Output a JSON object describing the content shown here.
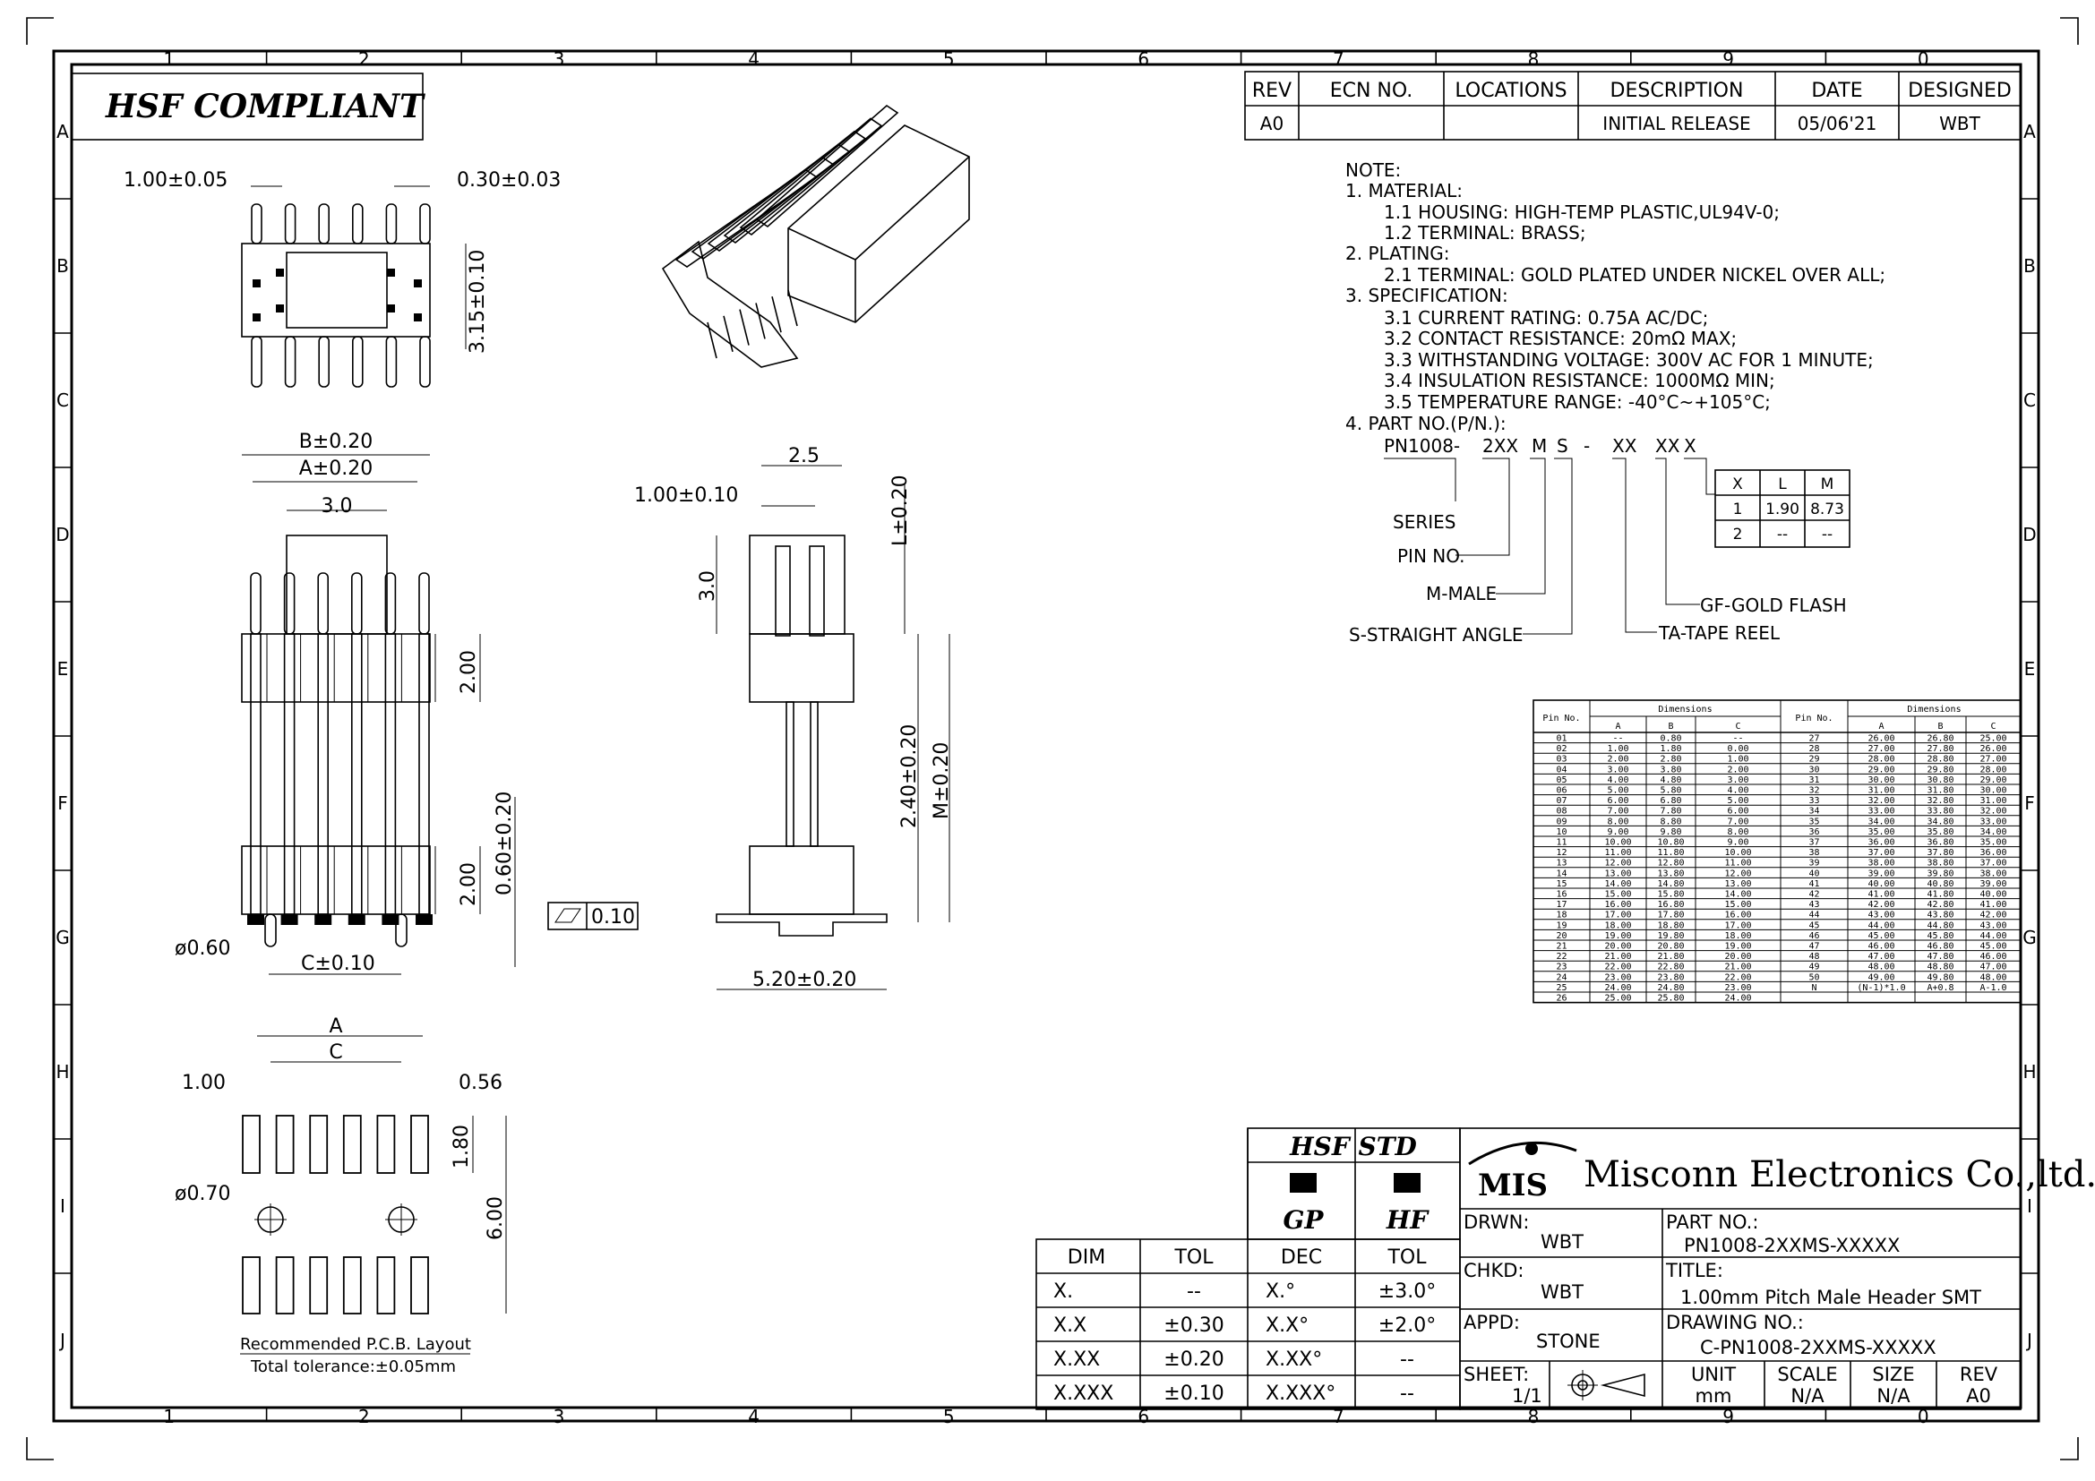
{
  "frame": {
    "col_numbers": [
      "1",
      "2",
      "3",
      "4",
      "5",
      "6",
      "7",
      "8",
      "9",
      "0"
    ],
    "row_letters": [
      "A",
      "B",
      "C",
      "D",
      "E",
      "F",
      "G",
      "H",
      "I",
      "J"
    ]
  },
  "compliance_title": "HSF  COMPLIANT",
  "revision_table": {
    "headers": [
      "REV",
      "ECN  NO.",
      "LOCATIONS",
      "DESCRIPTION",
      "DATE",
      "DESIGNED"
    ],
    "rows": [
      [
        "A0",
        "",
        "",
        "INITIAL  RELEASE",
        "05/06'21",
        "WBT"
      ]
    ]
  },
  "notes": {
    "lines": [
      "NOTE:",
      "1.  MATERIAL:",
      "1.1  HOUSING:  HIGH-TEMP  PLASTIC,UL94V-0;",
      "1.2  TERMINAL:  BRASS;",
      "2.  PLATING:",
      "2.1  TERMINAL:  GOLD  PLATED  UNDER  NICKEL  OVER  ALL;",
      "3.  SPECIFICATION:",
      "3.1  CURRENT  RATING:  0.75A  AC/DC;",
      "3.2  CONTACT    RESISTANCE:  20mΩ  MAX;",
      "3.3  WITHSTANDING  VOLTAGE:  300V  AC  FOR  1  MINUTE;",
      "3.4  INSULATION  RESISTANCE:  1000MΩ  MIN;",
      "3.5  TEMPERATURE  RANGE:    -40°C~+105°C;",
      "4.  PART  NO.(P/N.):"
    ]
  },
  "part_number_breakdown": {
    "base": "PN1008-",
    "segments": [
      "2XX",
      "M",
      "S",
      "-",
      "XX",
      "XX",
      "X"
    ],
    "labels": {
      "series": "SERIES",
      "pin_no": "PIN  NO.",
      "male": "M-MALE",
      "straight": "S-STRAIGHT  ANGLE",
      "gold": "GF-GOLD  FLASH",
      "tape": "TA-TAPE  REEL"
    },
    "xlm_table": {
      "headers": [
        "X",
        "L",
        "M"
      ],
      "rows": [
        [
          "1",
          "1.90",
          "8.73"
        ],
        [
          "2",
          "--",
          "--"
        ]
      ]
    }
  },
  "dimensions": {
    "top_view": {
      "pitch": "1.00±0.05",
      "pin_width": "0.30±0.03",
      "height": "3.15±0.10"
    },
    "front_view": {
      "b": "B±0.20",
      "a": "A±0.20",
      "w": "3.0",
      "h1": "2.00",
      "h2": "2.00",
      "h3": "0.60±0.20",
      "c": "C±0.10",
      "dia": "ø0.60",
      "flat": "0.10"
    },
    "side_view": {
      "w": "2.5",
      "pitch": "1.00±0.10",
      "h": "3.0",
      "l": "L±0.20",
      "mid": "2.40±0.20",
      "m": "M±0.20",
      "base": "5.20±0.20"
    },
    "pcb_layout": {
      "a": "A",
      "c": "C",
      "pad_w": "1.00",
      "pad_gap": "0.56",
      "pad_h": "1.80",
      "total_h": "6.00",
      "hole": "ø0.70",
      "caption": "Recommended  P.C.B.  Layout",
      "tolerance": "Total  tolerance:±0.05mm"
    }
  },
  "dimension_table": {
    "headers": [
      "Pin No.",
      "Dimensions",
      "Pin No.",
      "Dimensions"
    ],
    "subheaders": [
      "A",
      "B",
      "C"
    ],
    "rows": [
      [
        "01",
        "--",
        "0.80",
        "--",
        "27",
        "26.00",
        "26.80",
        "25.00"
      ],
      [
        "02",
        "1.00",
        "1.80",
        "0.00",
        "28",
        "27.00",
        "27.80",
        "26.00"
      ],
      [
        "03",
        "2.00",
        "2.80",
        "1.00",
        "29",
        "28.00",
        "28.80",
        "27.00"
      ],
      [
        "04",
        "3.00",
        "3.80",
        "2.00",
        "30",
        "29.00",
        "29.80",
        "28.00"
      ],
      [
        "05",
        "4.00",
        "4.80",
        "3.00",
        "31",
        "30.00",
        "30.80",
        "29.00"
      ],
      [
        "06",
        "5.00",
        "5.80",
        "4.00",
        "32",
        "31.00",
        "31.80",
        "30.00"
      ],
      [
        "07",
        "6.00",
        "6.80",
        "5.00",
        "33",
        "32.00",
        "32.80",
        "31.00"
      ],
      [
        "08",
        "7.00",
        "7.80",
        "6.00",
        "34",
        "33.00",
        "33.80",
        "32.00"
      ],
      [
        "09",
        "8.00",
        "8.80",
        "7.00",
        "35",
        "34.00",
        "34.80",
        "33.00"
      ],
      [
        "10",
        "9.00",
        "9.80",
        "8.00",
        "36",
        "35.00",
        "35.80",
        "34.00"
      ],
      [
        "11",
        "10.00",
        "10.80",
        "9.00",
        "37",
        "36.00",
        "36.80",
        "35.00"
      ],
      [
        "12",
        "11.00",
        "11.80",
        "10.00",
        "38",
        "37.00",
        "37.80",
        "36.00"
      ],
      [
        "13",
        "12.00",
        "12.80",
        "11.00",
        "39",
        "38.00",
        "38.80",
        "37.00"
      ],
      [
        "14",
        "13.00",
        "13.80",
        "12.00",
        "40",
        "39.00",
        "39.80",
        "38.00"
      ],
      [
        "15",
        "14.00",
        "14.80",
        "13.00",
        "41",
        "40.00",
        "40.80",
        "39.00"
      ],
      [
        "16",
        "15.00",
        "15.80",
        "14.00",
        "42",
        "41.00",
        "41.80",
        "40.00"
      ],
      [
        "17",
        "16.00",
        "16.80",
        "15.00",
        "43",
        "42.00",
        "42.80",
        "41.00"
      ],
      [
        "18",
        "17.00",
        "17.80",
        "16.00",
        "44",
        "43.00",
        "43.80",
        "42.00"
      ],
      [
        "19",
        "18.00",
        "18.80",
        "17.00",
        "45",
        "44.00",
        "44.80",
        "43.00"
      ],
      [
        "20",
        "19.00",
        "19.80",
        "18.00",
        "46",
        "45.00",
        "45.80",
        "44.00"
      ],
      [
        "21",
        "20.00",
        "20.80",
        "19.00",
        "47",
        "46.00",
        "46.80",
        "45.00"
      ],
      [
        "22",
        "21.00",
        "21.80",
        "20.00",
        "48",
        "47.00",
        "47.80",
        "46.00"
      ],
      [
        "23",
        "22.00",
        "22.80",
        "21.00",
        "49",
        "48.00",
        "48.80",
        "47.00"
      ],
      [
        "24",
        "23.00",
        "23.80",
        "22.00",
        "50",
        "49.00",
        "49.80",
        "48.00"
      ],
      [
        "25",
        "24.00",
        "24.80",
        "23.00",
        "N",
        "(N-1)*1.0",
        "A+0.8",
        "A-1.0"
      ],
      [
        "26",
        "25.00",
        "25.80",
        "24.00",
        "",
        "",
        "",
        ""
      ]
    ]
  },
  "tolerance_table": {
    "headers": [
      "DIM",
      "TOL",
      "DEC",
      "TOL"
    ],
    "rows": [
      [
        "X.",
        "--",
        "X.°",
        "±3.0°"
      ],
      [
        "X.X",
        "±0.30",
        "X.X°",
        "±2.0°"
      ],
      [
        "X.XX",
        "±0.20",
        "X.XX°",
        "--"
      ],
      [
        "X.XXX",
        "±0.10",
        "X.XXX°",
        "--"
      ]
    ]
  },
  "hsf_std": {
    "title": "HSF  STD",
    "gp": "GP",
    "hf": "HF"
  },
  "company": {
    "logo": "MIS",
    "name": "Misconn Electronics Co.,ltd."
  },
  "title_block": {
    "drwn_label": "DRWN:",
    "drwn": "WBT",
    "chkd_label": "CHKD:",
    "chkd": "WBT",
    "appd_label": "APPD:",
    "appd": "STONE",
    "sheet_label": "SHEET:",
    "sheet": "1/1",
    "part_label": "PART  NO.:",
    "part": "PN1008-2XXMS-XXXXX",
    "title_label": "TITLE:",
    "title": "1.00mm  Pitch  Male  Header  SMT",
    "drawing_label": "DRAWING  NO.:",
    "drawing": "C-PN1008-2XXMS-XXXXX",
    "unit_label": "UNIT",
    "unit": "mm",
    "scale_label": "SCALE",
    "scale": "N/A",
    "size_label": "SIZE",
    "size": "N/A",
    "rev_label": "REV",
    "rev": "A0"
  }
}
